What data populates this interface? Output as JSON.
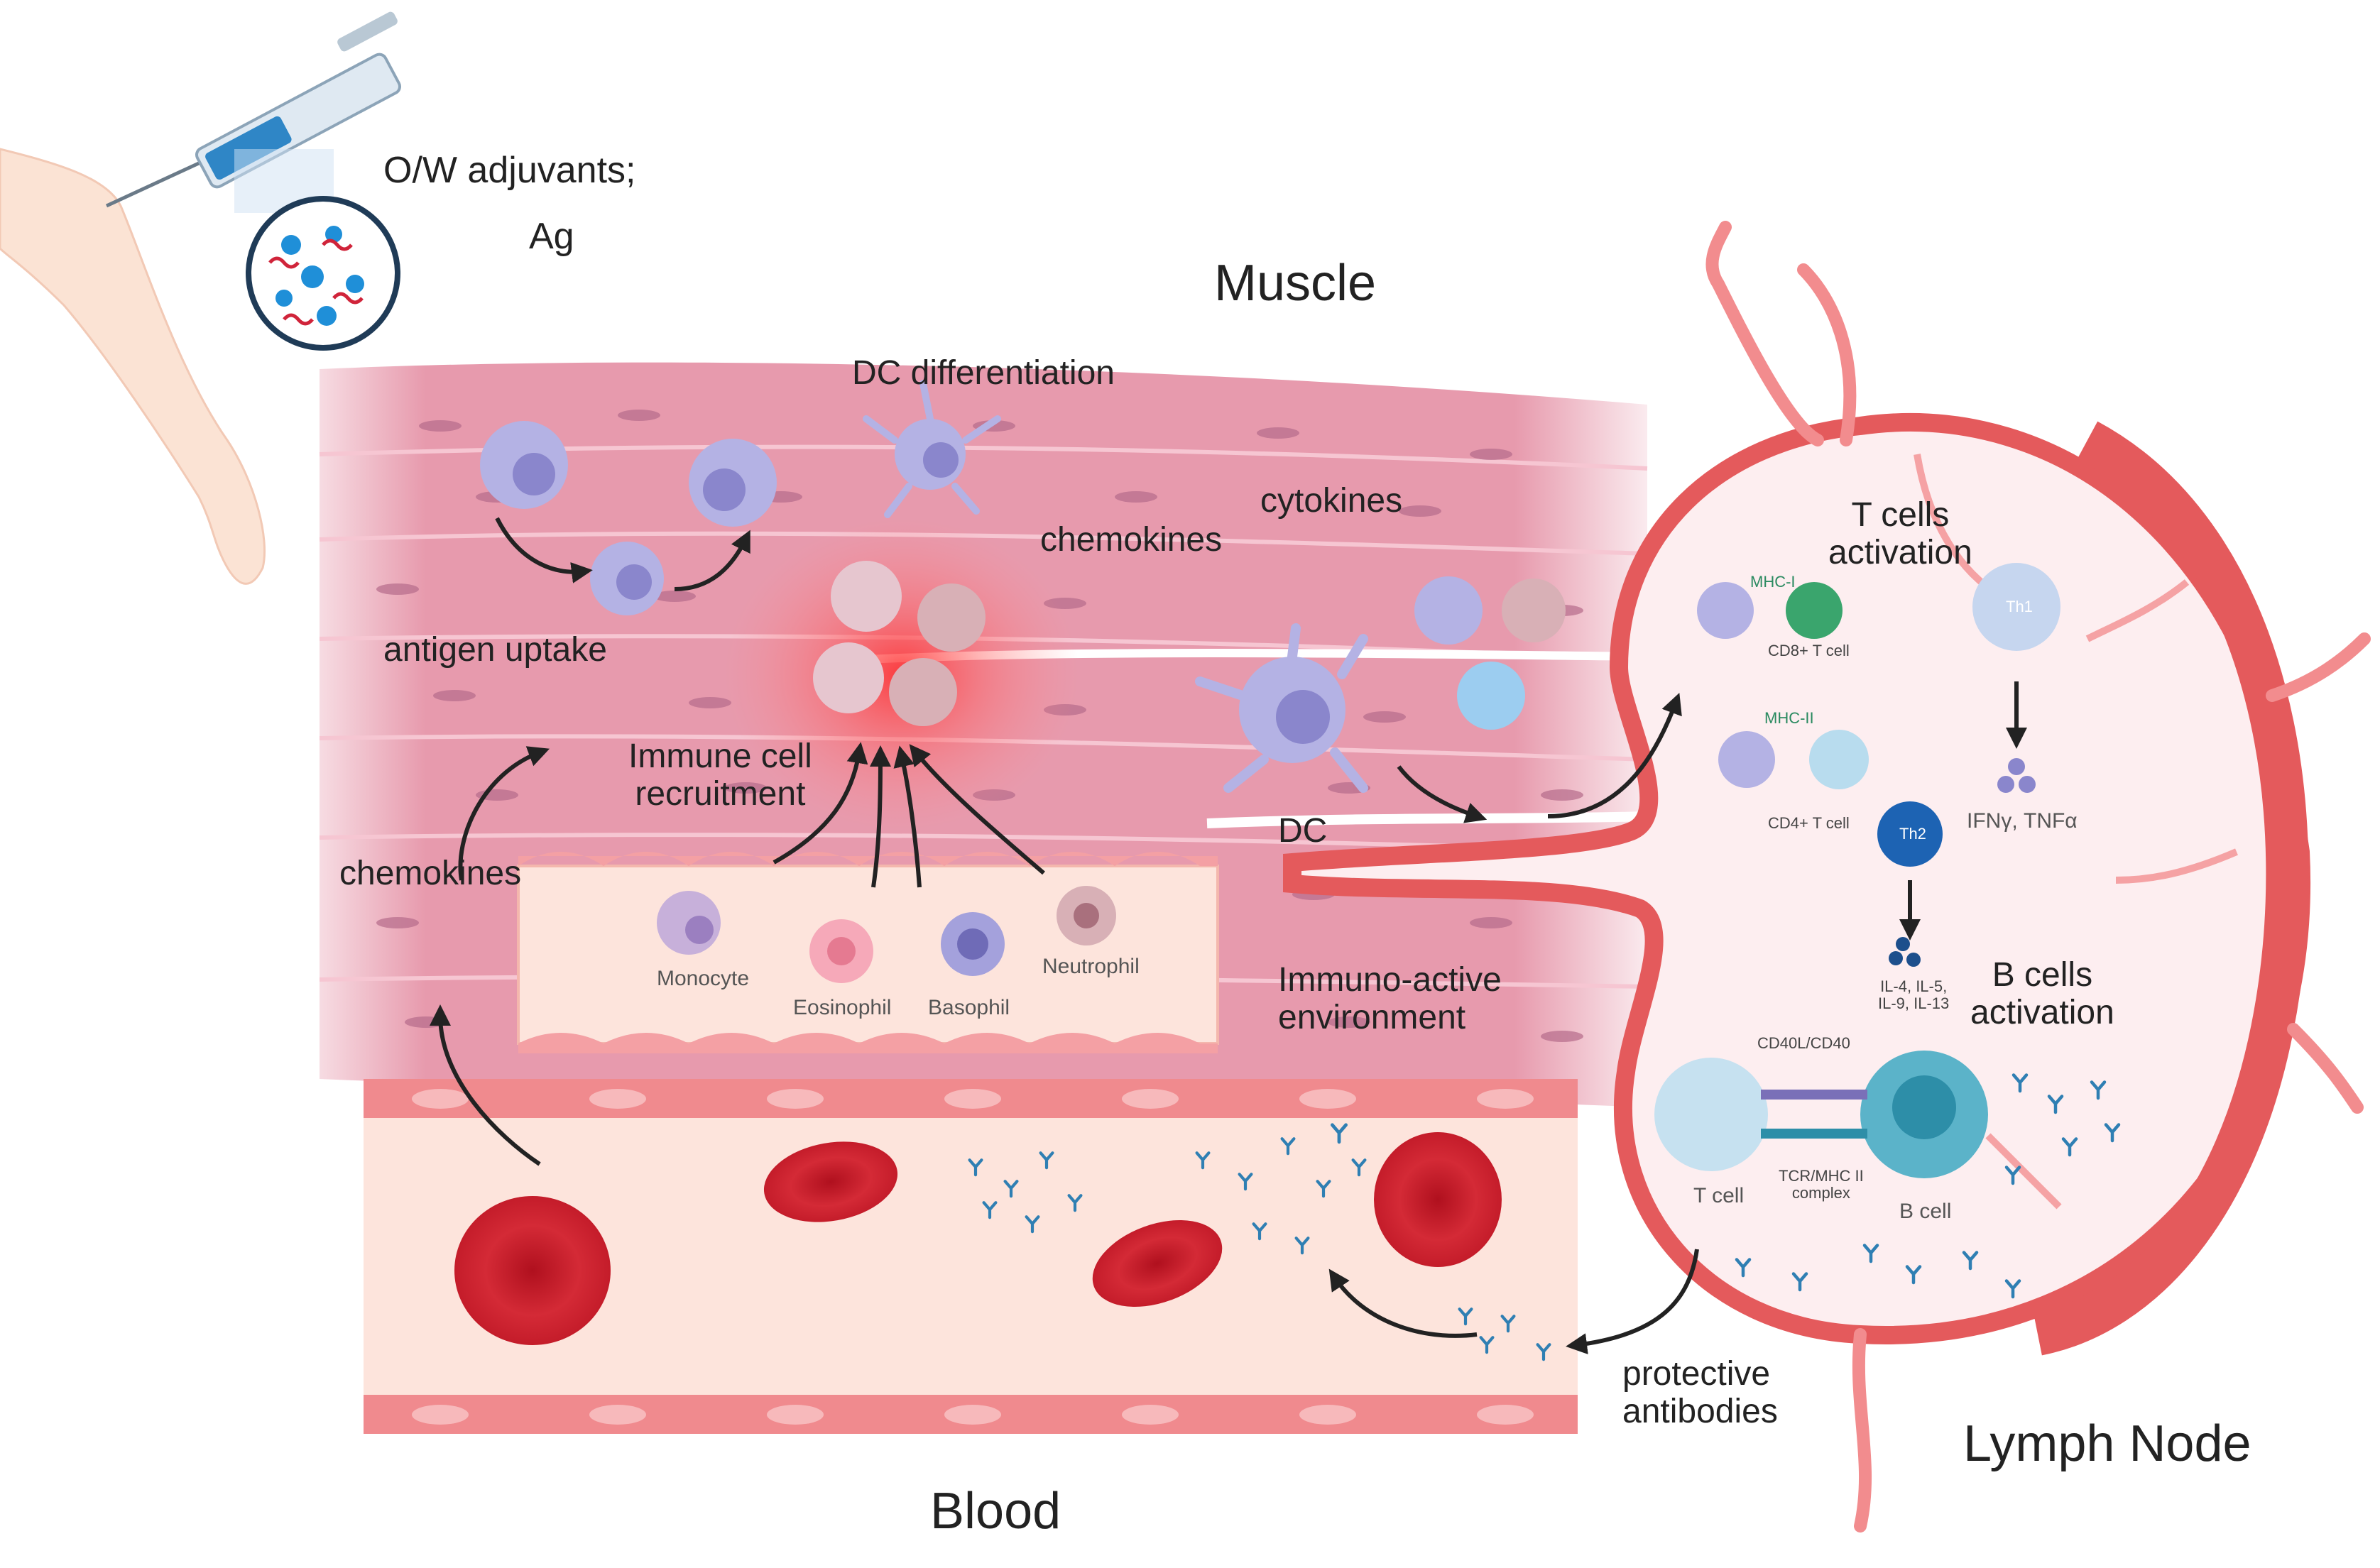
{
  "title": "",
  "injection": {
    "line1": "O/W adjuvants;",
    "line2": "Ag"
  },
  "regions": {
    "muscle": "Muscle",
    "blood": "Blood",
    "lymph_node": "Lymph Node"
  },
  "muscle_labels": {
    "dc_differentiation": "DC differentiation",
    "cytokines": "cytokines",
    "chemokines_center": "chemokines",
    "antigen_uptake": "antigen uptake",
    "immune_recruitment_1": "Immune cell",
    "immune_recruitment_2": "recruitment",
    "chemokines_left": "chemokines",
    "dc": "DC",
    "immuno_active_1": "Immuno-active",
    "immuno_active_2": "environment"
  },
  "vessel_cells": {
    "monocyte": "Monocyte",
    "eosinophil": "Eosinophil",
    "basophil": "Basophil",
    "neutrophil": "Neutrophil"
  },
  "lymph_labels": {
    "t_activation_1": "T cells",
    "t_activation_2": "activation",
    "mhc_i": "MHC-I",
    "cd8": "CD8+ T cell",
    "mhc_ii": "MHC-II",
    "cd4": "CD4+ T cell",
    "th1": "Th1",
    "th2": "Th2",
    "ifn": "IFNγ, TNFα",
    "il_1": "IL-4, IL-5,",
    "il_2": "IL-9, IL-13",
    "b_activation_1": "B cells",
    "b_activation_2": "activation",
    "cd40": "CD40L/CD40",
    "t_cell": "T cell",
    "tcr_1": "TCR/MHC II",
    "tcr_2": "complex",
    "b_cell": "B cell"
  },
  "protective_1": "protective",
  "protective_2": "antibodies",
  "colors": {
    "muscle": "#e79aad",
    "vessel_wall": "#f08a8e",
    "rbc": "#d42a36",
    "lymph_capsule": "#e45a5c",
    "lymph_fill": "#fdeef0",
    "immune_cell": "#a6a4dc",
    "antibody": "#2f7fb3",
    "glow": "#ff3b3b"
  }
}
